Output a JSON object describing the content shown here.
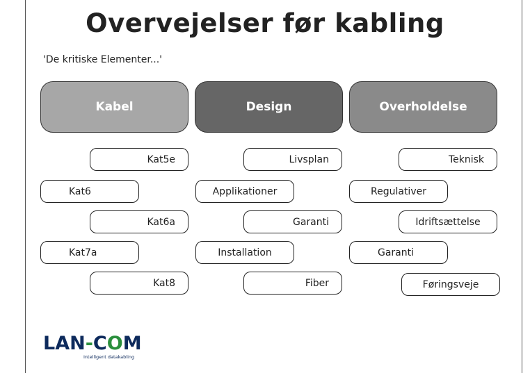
{
  "title": "Overvejelser før kabling",
  "subtitle": "'De kritiske Elementer...'",
  "columns": [
    {
      "header": "Kabel",
      "color": "#a7a7a7",
      "items": [
        "Kat5e",
        "Kat6",
        "Kat6a",
        "Kat7a",
        "Kat8"
      ]
    },
    {
      "header": "Design",
      "color": "#666666",
      "items": [
        "Livsplan",
        "Applikationer",
        "Garanti",
        "Installation",
        "Fiber"
      ]
    },
    {
      "header": "Overholdelse",
      "color": "#8a8a8a",
      "items": [
        "Teknisk",
        "Regulativer",
        "Idriftsættelse",
        "Garanti",
        "Føringsveje"
      ]
    }
  ],
  "logo": {
    "part1": "LAN",
    "hyphen": "-",
    "part2": "C",
    "part3": "O",
    "part4": "M",
    "tagline": "Intelligent datakabling",
    "navy": "#0d2a5c",
    "green": "#2a8f3c"
  }
}
